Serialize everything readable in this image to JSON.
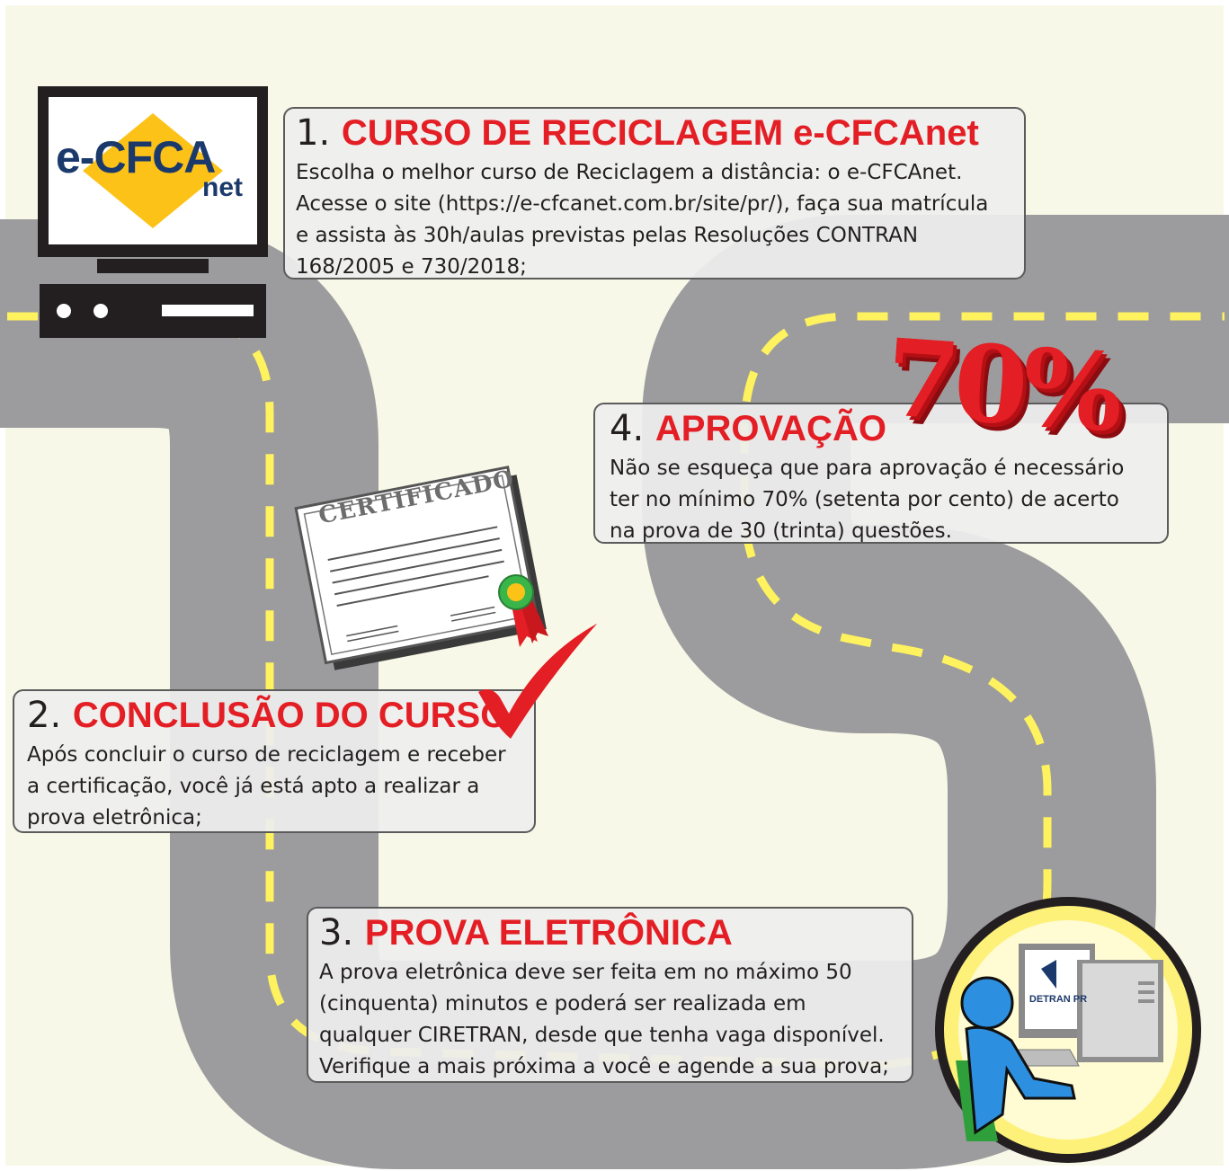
{
  "colors": {
    "background": "#f8f8e8",
    "road": "#9c9c9e",
    "lane_dash": "#fff25f",
    "accent_red": "#e31e24",
    "logo_yellow": "#fdc218",
    "logo_navy": "#1b3a6b",
    "text": "#231f20",
    "box_border": "#5b5b5b",
    "person_blue": "#2d8fe0",
    "seat_green": "#2f9f3b"
  },
  "logo": {
    "main": "e-CFCA",
    "sub": "net"
  },
  "steps": [
    {
      "number": "1.",
      "title": "CURSO DE RECICLAGEM e-CFCAnet",
      "lines": [
        "Escolha o melhor curso de Reciclagem a distância: o e-CFCAnet.",
        "Acesse o site (https://e-cfcanet.com.br/site/pr/), faça sua matrícula",
        "e assista às 30h/aulas previstas pelas Resoluções CONTRAN",
        "168/2005 e 730/2018;"
      ]
    },
    {
      "number": "2.",
      "title": "CONCLUSÃO DO CURSO",
      "lines": [
        "Após concluir o curso de reciclagem e receber",
        "a certificação, você já está apto a realizar a",
        "prova eletrônica;"
      ]
    },
    {
      "number": "3.",
      "title": "PROVA ELETRÔNICA",
      "lines": [
        "A prova eletrônica deve ser feita em no máximo 50",
        "(cinquenta) minutos e poderá ser realizada em",
        "qualquer CIRETRAN, desde que tenha vaga disponível.",
        "Verifique a mais próxima a você e agende a sua prova;"
      ]
    },
    {
      "number": "4.",
      "title": "APROVAÇÃO",
      "lines": [
        "Não se esqueça que para aprovação é necessário",
        "ter no mínimo 70% (setenta por cento) de acerto",
        "na prova de 30 (trinta) questões."
      ]
    }
  ],
  "certificate": {
    "label": "CERTIFICADO"
  },
  "percent_badge": "70%",
  "detran_label": "DETRAN PR",
  "icons": {
    "computer": "desktop-computer-icon",
    "certificate": "certificate-icon",
    "checkmark": "checkmark-icon",
    "seal": "award-seal-icon",
    "exam": "person-at-computer-icon"
  }
}
